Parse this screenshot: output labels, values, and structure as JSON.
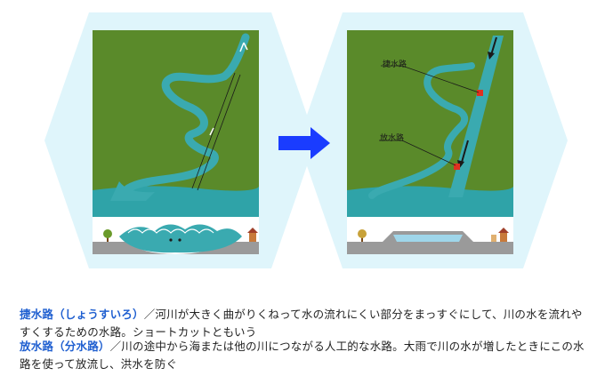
{
  "colors": {
    "land": "#5a8a2a",
    "water": "#3aaab0",
    "sea": "#2fa3a8",
    "hexagon": "#dff5fb",
    "ground": "#9a9a9a",
    "arrow": "#1a3cff",
    "marker": "#e03020",
    "term": "#1f5fd0"
  },
  "labels": {
    "shosui": "捷水路",
    "hosui": "放水路"
  },
  "captions": {
    "item1_term": "捷水路（しょうすいろ）",
    "item1_text": "／河川が大きく曲がりくねって水の流れにくい部分をまっすぐにして、川の水を流れやすくするための水路。ショートカットともいう",
    "item2_term": "放水路（分水路）",
    "item2_text": "／川の途中から海または他の川につながる人工的な水路。大雨で川の水が増したときにこの水路を使って放流し、洪水を防ぐ"
  }
}
